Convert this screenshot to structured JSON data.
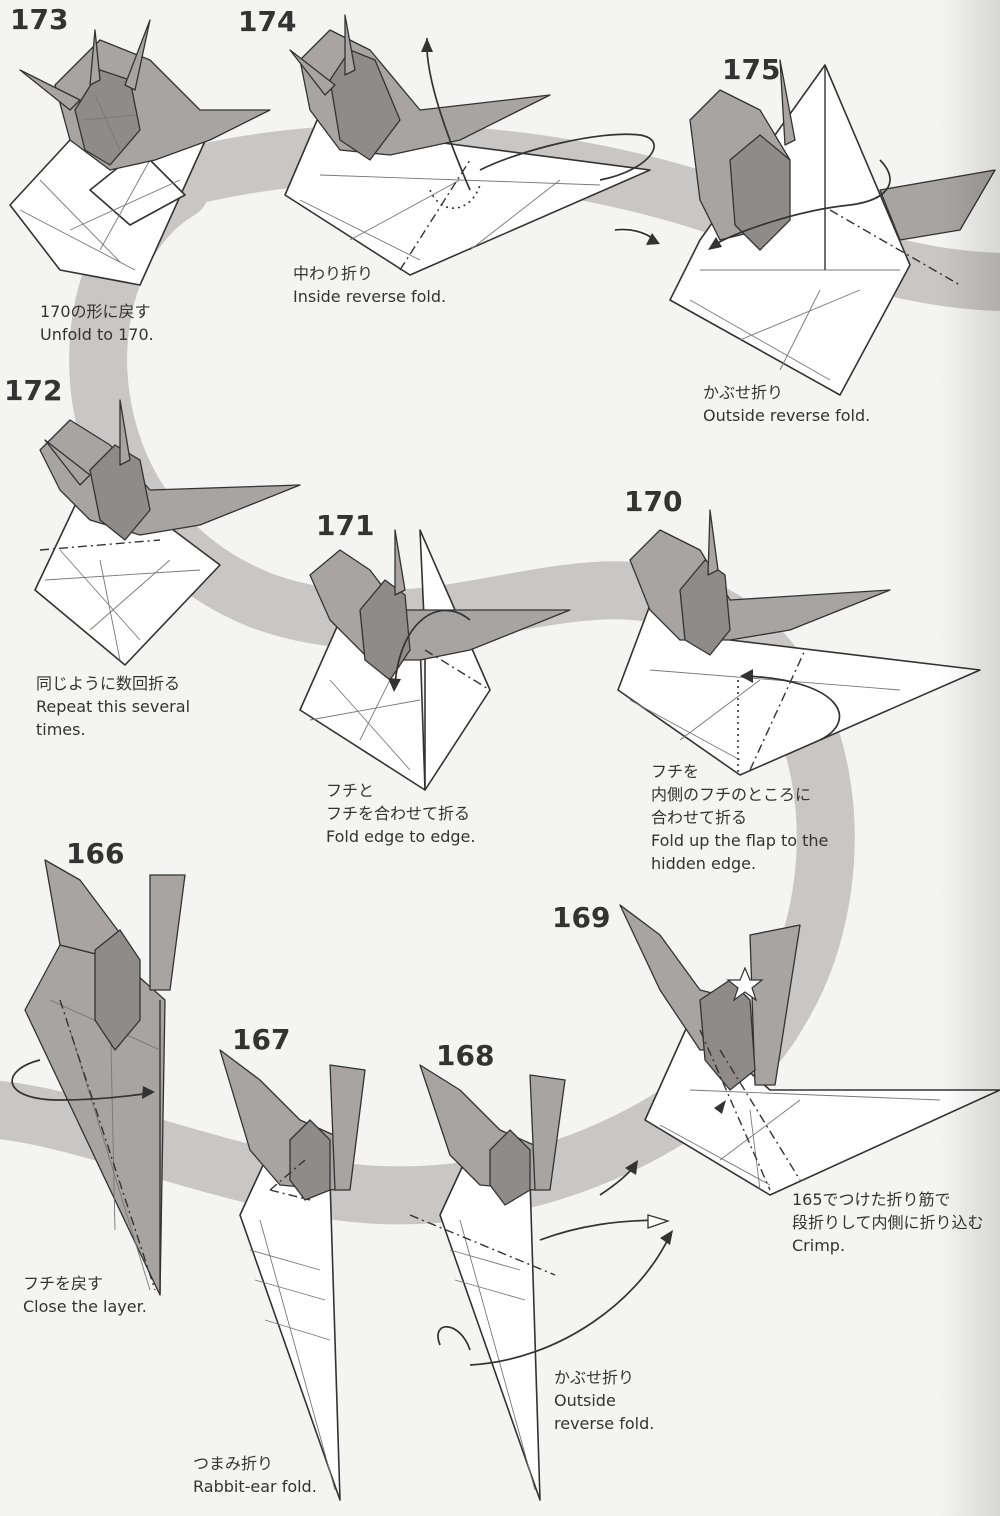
{
  "steps": [
    {
      "id": "173",
      "number": "173",
      "jp": "170の形に戻す",
      "en": "Unfold to 170."
    },
    {
      "id": "174",
      "number": "174",
      "jp": "中わり折り",
      "en": "Inside reverse fold."
    },
    {
      "id": "175",
      "number": "175",
      "jp": "かぶせ折り",
      "en": "Outside reverse fold."
    },
    {
      "id": "172",
      "number": "172",
      "jp": "同じように数回折る",
      "en": "Repeat this several\ntimes."
    },
    {
      "id": "171",
      "number": "171",
      "jp": "フチと\nフチを合わせて折る",
      "en": "Fold edge to edge."
    },
    {
      "id": "170",
      "number": "170",
      "jp": "フチを\n内側のフチのところに\n合わせて折る",
      "en": "Fold up the flap to the\nhidden edge."
    },
    {
      "id": "166",
      "number": "166",
      "jp": "フチを戻す",
      "en": "Close the layer."
    },
    {
      "id": "167",
      "number": "167",
      "jp": "",
      "en": "Rabbit-ear fold."
    },
    {
      "id": "167b",
      "number": "",
      "jp": "つまみ折り",
      "en": ""
    },
    {
      "id": "168",
      "number": "168",
      "jp": "かぶせ折り",
      "en": "Outside\nreverse fold."
    },
    {
      "id": "169",
      "number": "169",
      "jp": "165でつけた折り筋で\n段折りして内側に折り込む",
      "en": "Crimp."
    }
  ],
  "colors": {
    "paper": "#ffffff",
    "paper_back": "#a7a4a1",
    "flow_band": "#c9c7c5",
    "background": "#f4f4f2"
  }
}
